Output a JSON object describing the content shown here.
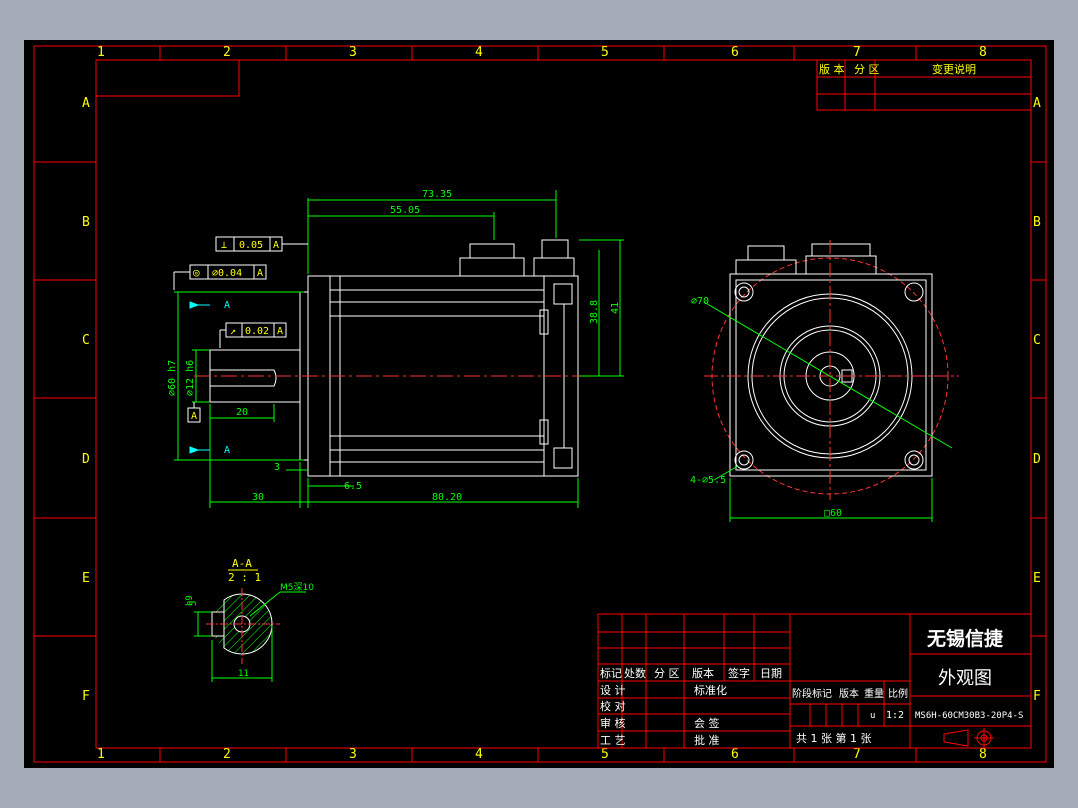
{
  "colors": {
    "frame": "#ff0000",
    "outline": "#ffffff",
    "dimension": "#00ff00",
    "label": "#ffff00",
    "center": "#ff3333",
    "hatch": "#00ff00",
    "background": "#000000"
  },
  "grid": {
    "columns": [
      "1",
      "2",
      "3",
      "4",
      "5",
      "6",
      "7",
      "8"
    ],
    "rows": [
      "A",
      "B",
      "C",
      "D",
      "E",
      "F"
    ]
  },
  "revision_table": {
    "col_headers": [
      "版 本",
      "分 区",
      "变更说明"
    ]
  },
  "tolerances": {
    "perpendicularity": {
      "symbol": "⊥",
      "value": "0.05",
      "datum": "A"
    },
    "concentricity": {
      "symbol": "◎",
      "value": "⌀0.04",
      "datum": "A"
    },
    "runout": {
      "symbol": "↗",
      "value": "0.02",
      "datum": "A"
    },
    "datum_label": "A"
  },
  "front_view": {
    "dims": {
      "total": "73.35",
      "partial": "55.05",
      "height_inner": "38.8",
      "height_outer": "41",
      "shaft_dia": "⌀60 h7",
      "shaft_dia2": "⌀12 h6",
      "shaft_len": "20",
      "flange_offset": "3",
      "flange_thick": "6.5",
      "shaft_total": "30",
      "body_len": "80.20"
    },
    "section_marks": [
      "A",
      "A"
    ]
  },
  "end_view": {
    "dims": {
      "pcd": "⌀70",
      "holes": "4-⌀5.5",
      "square": "□60"
    }
  },
  "section_view": {
    "title": "A-A",
    "scale": "2 : 1",
    "dims": {
      "key_height": "5",
      "key_depth": "h9",
      "thread": "M5深10",
      "width": "11"
    }
  },
  "title_block": {
    "company": "无锡信捷",
    "drawing_title": "外观图",
    "header_row": [
      "标记",
      "处数",
      "分 区",
      "版本",
      "签字",
      "日期"
    ],
    "left_labels": [
      "设 计",
      "校 对",
      "审 核",
      "工 艺"
    ],
    "mid_labels": [
      "标准化",
      "会 签",
      "批 准"
    ],
    "stage_headers": [
      "阶段标记",
      "版本",
      "重量",
      "比例"
    ],
    "scale_value": "1:2",
    "scale_prefix": "u",
    "model": "MS6H-60CM30B3-20P4-S",
    "sheet_info": "共  1  张 第  1  张"
  }
}
